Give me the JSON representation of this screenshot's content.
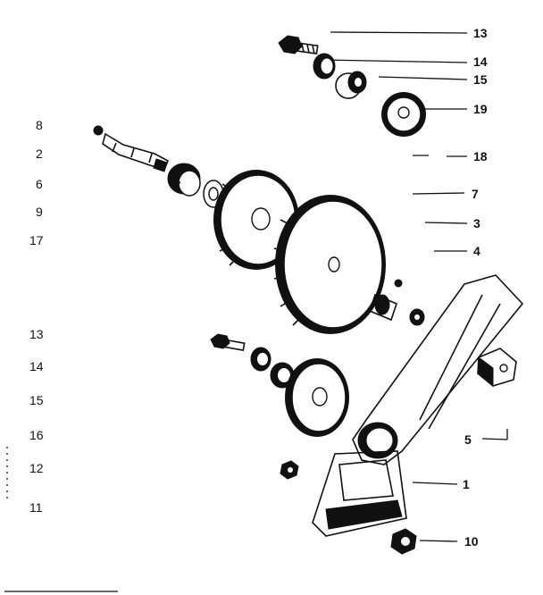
{
  "left_labels": [
    "8",
    "2",
    "6",
    "9",
    "17",
    "13",
    "14",
    "15",
    "16",
    "12",
    "11"
  ],
  "right_labels": [
    "13",
    "14",
    "15",
    "19",
    "18",
    "7",
    "3",
    "4",
    "5",
    "1",
    "10"
  ]
}
